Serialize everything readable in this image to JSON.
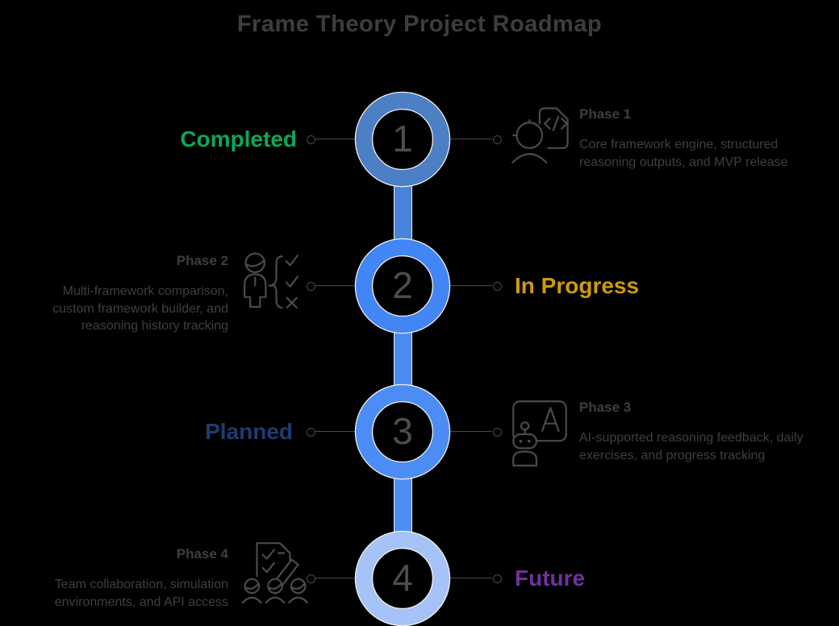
{
  "title": "Frame Theory Project Roadmap",
  "colors": {
    "background": "#000000",
    "title_text": "#3d3d3d",
    "body_text": "#3f3f3f",
    "connector_line": "#4a4a4a",
    "ring_number_text": "#4d4d4d",
    "ring_outline": "#f2f2f2"
  },
  "connector_segments": [
    {
      "color": "#4884DC"
    },
    {
      "color": "#4A8BF0"
    },
    {
      "color": "#4D8DF4"
    }
  ],
  "phases": [
    {
      "number": "1",
      "heading": "Phase 1",
      "description": "Core framework engine, structured reasoning outputs, and MVP release",
      "status_label": "Completed",
      "status_color": "#0EA658",
      "ring_color": "#4C7FC4",
      "icon": "developer-code-icon",
      "label_side": "left"
    },
    {
      "number": "2",
      "heading": "Phase 2",
      "description": "Multi-framework comparison, custom framework builder, and reasoning history tracking",
      "status_label": "In Progress",
      "status_color": "#CD9A12",
      "ring_color": "#4285F4",
      "icon": "person-checklist-icon",
      "label_side": "right"
    },
    {
      "number": "3",
      "heading": "Phase 3",
      "description": "AI-supported reasoning feedback, daily exercises, and progress tracking",
      "status_label": "Planned",
      "status_color": "#1F3B73",
      "ring_color": "#4B8DF5",
      "icon": "ai-training-board-icon",
      "label_side": "left"
    },
    {
      "number": "4",
      "heading": "Phase 4",
      "description": "Team collaboration, simulation environments, and API access",
      "status_label": "Future",
      "status_color": "#7030A0",
      "ring_color": "#A6C3F8",
      "icon": "team-collaboration-icon",
      "label_side": "right"
    }
  ]
}
